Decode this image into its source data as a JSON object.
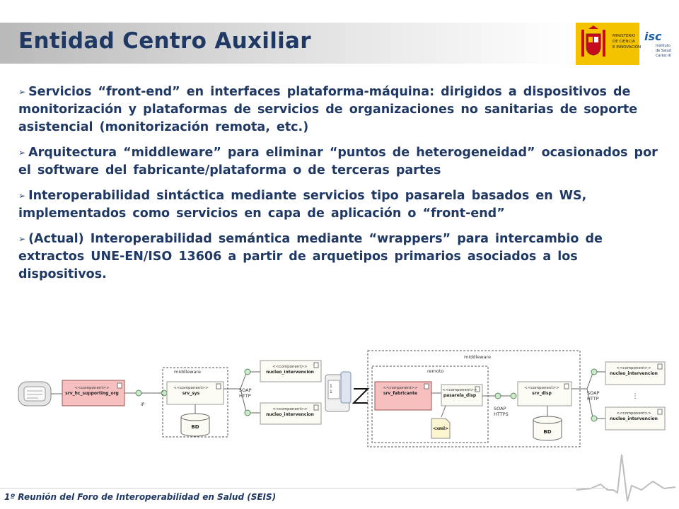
{
  "title": "Entidad Centro Auxiliar",
  "logos": {
    "ministry_line1": "MINISTERIO",
    "ministry_line2": "DE CIENCIA",
    "ministry_line3": "E INNOVACIÓN",
    "isciii_symbol": "isc",
    "isciii_line1": "Instituto",
    "isciii_line2": "de Salud",
    "isciii_line3": "Carlos III"
  },
  "bullets": [
    {
      "text": "Servicios “front-end” en interfaces plataforma-máquina: dirigidos a dispositivos de monitorización y plataformas de servicios de organizaciones no sanitarias de soporte asistencial (monitorización remota, etc.)"
    },
    {
      "text": "Arquitectura “middleware” para eliminar “puntos de heterogeneidad” ocasionados por el software del fabricante/plataforma o de terceras partes"
    },
    {
      "text": "Interoperabilidad sintáctica mediante servicios tipo pasarela basados en WS, implementados como servicios en capa de aplicación o “front-end”"
    },
    {
      "text": "(Actual) Interoperabilidad semántica mediante “wrappers” para intercambio de extractos UNE-EN/ISO 13606 a partir de arquetipos primarios asociados a los dispositivos."
    }
  ],
  "diagram": {
    "stereotype": "<<component>>",
    "srv_hc_supporting_org": "srv_hc_supporting_org",
    "ip": "IP",
    "middleware_left": "middleware",
    "srv_sys": "srv_sys",
    "bd_left": "BD",
    "nucleo_intervencion": "nucleo_intervencion",
    "soap_left_1": "SOAP",
    "soap_left_2": "HTTP",
    "middleware_right": "middleware",
    "remoto": "remoto",
    "srv_fabricante": "srv_fabricante",
    "pasarela_disp": "pasarela_disp",
    "xml": "<xml>",
    "soap_mid_1": "SOAP",
    "soap_mid_2": "HTTPS",
    "srv_disp": "srv_disp",
    "bd_right": "BD",
    "soap_right_1": "SOAP",
    "soap_right_2": "HTTP",
    "ellipsis": "⋮"
  },
  "footer": "1º Reunión del Foro de Interoperabilidad en Salud (SEIS)"
}
